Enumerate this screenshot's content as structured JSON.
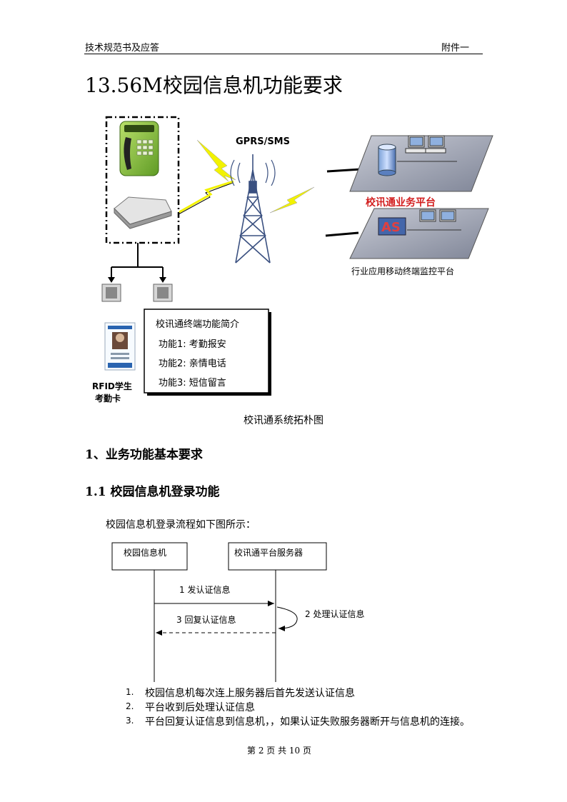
{
  "header": {
    "left": "技术规范书及应答",
    "right": "附件一"
  },
  "title": "13.56M校园信息机功能要求",
  "topology": {
    "gprs_label": "GPRS/SMS",
    "platform_label": "校讯通业务平台",
    "as_label": "AS",
    "monitor_label": "行业应用移动终端监控平台",
    "rfid_label": [
      "RFID学生",
      "考勤卡"
    ],
    "func_box": {
      "title": "校讯通终端功能简介",
      "items": [
        "功能1:  考勤报安",
        "功能2:  亲情电话",
        "功能3:  短信留言"
      ]
    },
    "caption": "校讯通系统拓朴图"
  },
  "section1": "1、业务功能基本要求",
  "section1_1": "1.1 校园信息机登录功能",
  "intro": "校园信息机登录流程如下图所示：",
  "sequence": {
    "left_actor": "校园信息机",
    "right_actor": "校讯通平台服务器",
    "msg1": "1 发认证信息",
    "msg2": "2  处理认证信息",
    "msg3": "3  回复认证信息"
  },
  "steps": [
    {
      "num": "1.",
      "text": "校园信息机每次连上服务器后首先发送认证信息"
    },
    {
      "num": "2.",
      "text": "平台收到后处理认证信息"
    },
    {
      "num": "3.",
      "text": "平台回复认证信息到信息机，，如果认证失败服务器断开与信息机的连接。"
    }
  ],
  "footer": "第 2 页 共 10 页",
  "colors": {
    "lightning": "#f2f200",
    "platform_red": "#d21f1f",
    "tower": "#3a5080"
  }
}
